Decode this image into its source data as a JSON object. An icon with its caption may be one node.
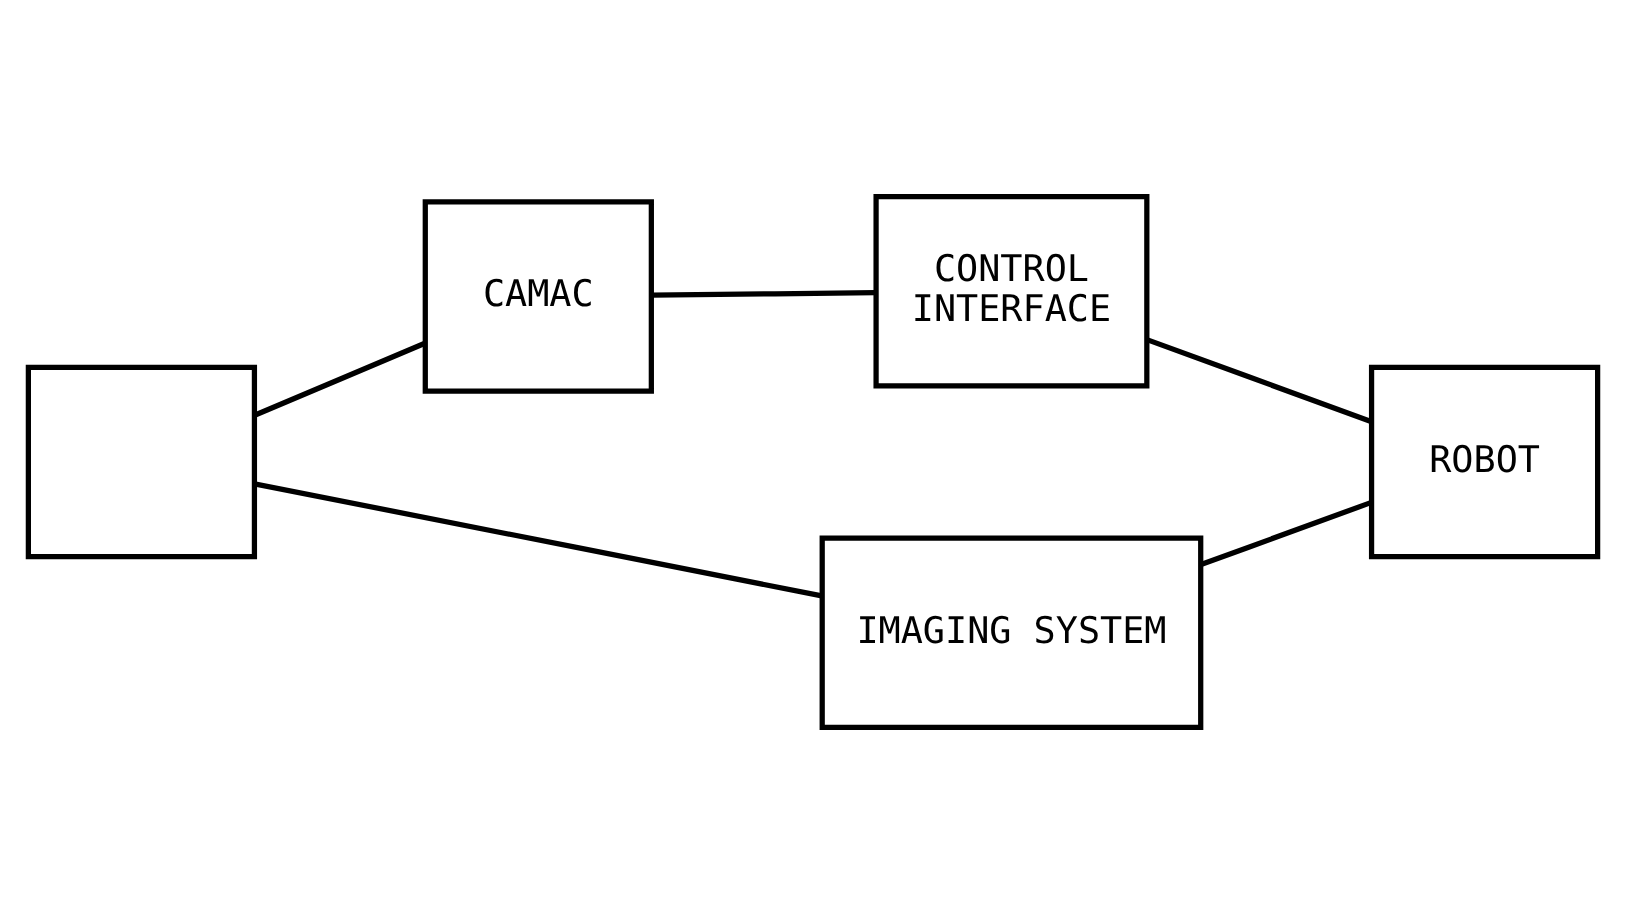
{
  "diagram": {
    "nodes": [
      {
        "text": [],
        "shape": "box"
      },
      {
        "text": [
          "CAMAC"
        ]
      },
      {
        "text": [
          "CONTROL",
          "INTERFACE"
        ]
      },
      {
        "text": [
          "ROBOT"
        ]
      },
      {
        "text": [
          "IMAGING SYSTEM"
        ]
      }
    ],
    "edges": [
      {
        "from": 0,
        "to": 1,
        "arrow": "none"
      },
      {
        "from": 1,
        "to": 2,
        "arrow": "none"
      },
      {
        "from": 2,
        "to": 3,
        "arrow": "none"
      },
      {
        "from": 0,
        "to": 4,
        "arrow": "none"
      },
      {
        "from": 4,
        "to": 3,
        "arrow": "none"
      }
    ]
  }
}
